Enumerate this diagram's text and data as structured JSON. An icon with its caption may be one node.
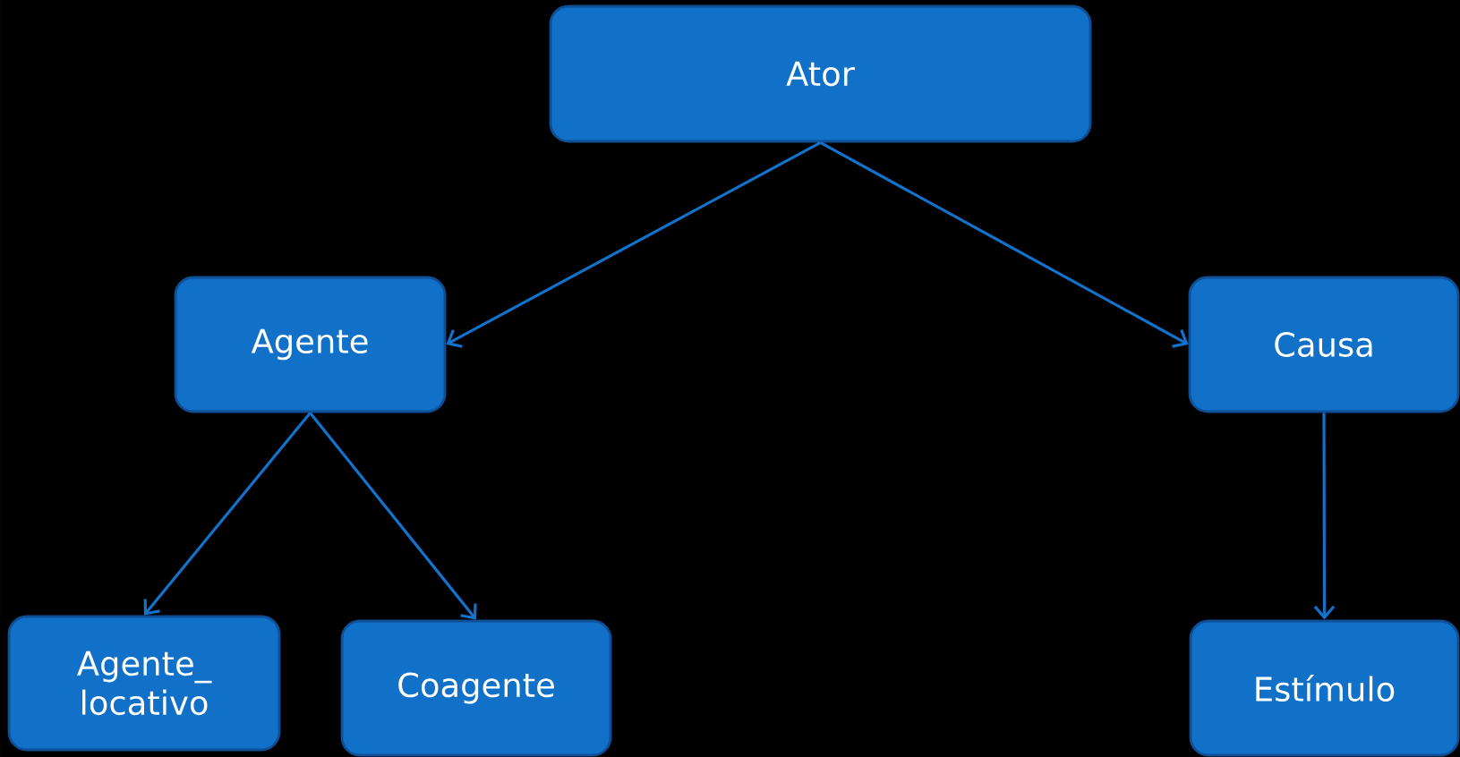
{
  "diagram": {
    "nodes": [
      {
        "text": [
          "Ator"
        ]
      },
      {
        "text": [
          "Agente"
        ]
      },
      {
        "text": [
          "Causa"
        ]
      },
      {
        "text": [
          "Agente_ locativo"
        ]
      },
      {
        "text": [
          "Coagente"
        ]
      },
      {
        "text": [
          "Estímulo"
        ]
      }
    ],
    "edges": [
      {
        "from": 0,
        "to": 1,
        "arrow": "to"
      },
      {
        "from": 0,
        "to": 2,
        "arrow": "to"
      },
      {
        "from": 1,
        "to": 3,
        "arrow": "to"
      },
      {
        "from": 1,
        "to": 4,
        "arrow": "to"
      },
      {
        "from": 2,
        "to": 5,
        "arrow": "to"
      }
    ]
  }
}
